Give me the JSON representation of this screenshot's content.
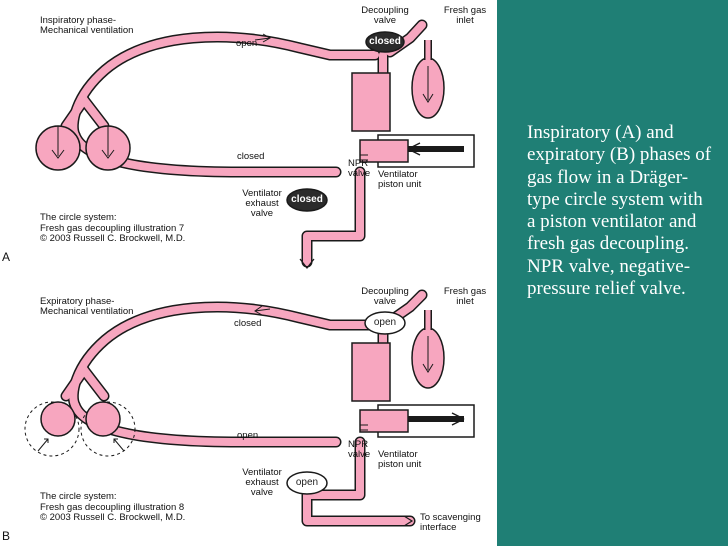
{
  "colors": {
    "tube": "#f7a6bf",
    "tube_edge": "#1a1a1a",
    "valve_closed_fill": "#2b2b2b",
    "valve_open_fill": "#ffffff",
    "panel_background": "#ffffff",
    "caption_background": "#1f7f75",
    "caption_text": "#ffffff"
  },
  "panel_a": {
    "letter": "A",
    "phase_label": "Inspiratory phase-\nMechanical ventilation",
    "decoupling_label": "Decoupling\nvalve",
    "fresh_gas_label": "Fresh gas\ninlet",
    "top_tube_state": "open",
    "bottom_tube_state": "closed",
    "decoupling_valve_state": "closed",
    "npr_label": "NPR\nvalve",
    "piston_label": "Ventilator\npiston unit",
    "exhaust_label": "Ventilator\nexhaust\nvalve",
    "exhaust_valve_state": "closed",
    "caption": "The circle system:\nFresh gas decoupling illustration 7\n© 2003 Russell C. Brockwell, M.D."
  },
  "panel_b": {
    "letter": "B",
    "phase_label": "Expiratory phase-\nMechanical ventilation",
    "decoupling_label": "Decoupling\nvalve",
    "fresh_gas_label": "Fresh gas\ninlet",
    "top_tube_state": "closed",
    "bottom_tube_state": "open",
    "decoupling_valve_state": "open",
    "npr_label": "NPR\nvalve",
    "piston_label": "Ventilator\npiston unit",
    "exhaust_label": "Ventilator\nexhaust\nvalve",
    "exhaust_valve_state": "open",
    "scavenging_label": "To scavenging\ninterface",
    "caption": "The circle system:\nFresh gas decoupling illustration 8\n© 2003 Russell C. Brockwell, M.D."
  },
  "caption_text": "Inspiratory (A) and expiratory (B) phases of gas flow in a Dräger-type circle system with a piston ventilator and fresh gas decoupling. NPR valve, negative-pressure relief valve."
}
